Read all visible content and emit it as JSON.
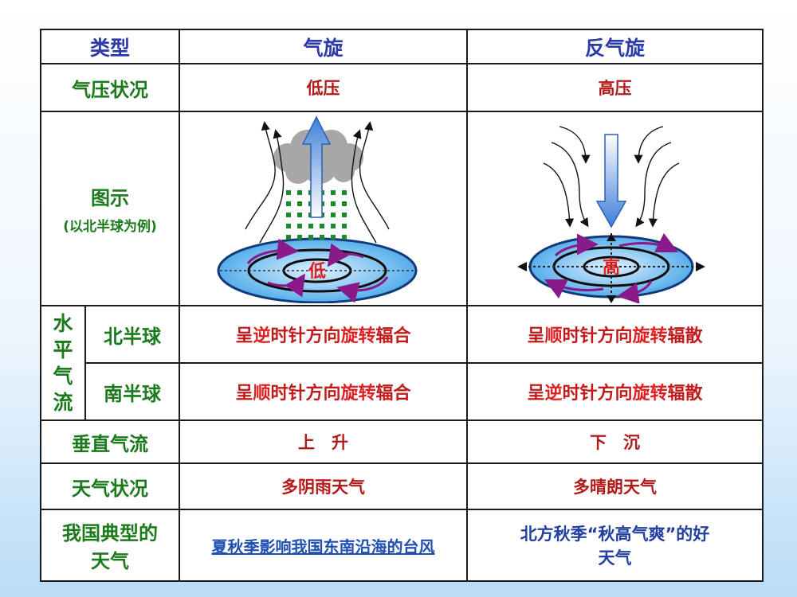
{
  "header": {
    "type": "类型",
    "cyclone": "气旋",
    "anticyclone": "反气旋"
  },
  "pressure": {
    "label": "气压状况",
    "cyclone": "低压",
    "anticyclone": "高压"
  },
  "diagram": {
    "label": "图示",
    "note": "(以北半球为例)",
    "cyclone_center": "低",
    "anticyclone_center": "高"
  },
  "horizontal": {
    "label_chars": [
      "水",
      "平",
      "气",
      "流"
    ],
    "north": {
      "label": "北半球",
      "cyclone": {
        "prefix": "呈",
        "dir": "逆",
        "mid": "时针方向",
        "rot": "旋转",
        "end": "辐合"
      },
      "anticyclone": {
        "prefix": "呈",
        "dir": "顺",
        "mid": "时针方向",
        "rot": "旋转",
        "end": "辐散"
      }
    },
    "south": {
      "label": "南半球",
      "cyclone": {
        "prefix": "呈",
        "dir": "顺",
        "mid": "时针方向",
        "rot": "旋转",
        "end": "辐合"
      },
      "anticyclone": {
        "prefix": "呈",
        "dir": "逆",
        "mid": "时针方向",
        "rot": "旋转",
        "end": "辐散"
      }
    }
  },
  "vertical": {
    "label": "垂直气流",
    "cyclone": "上　升",
    "anticyclone": "下　沉"
  },
  "weather": {
    "label": "天气状况",
    "cyclone": "多阴雨天气",
    "anticyclone": "多晴朗天气"
  },
  "typical": {
    "label_line1": "我国典型的",
    "label_line2": "天气",
    "cyclone": "夏秋季影响我国东南沿海的台风",
    "anticyclone_line1": "北方秋季“秋高气爽”的好",
    "anticyclone_line2": "天气"
  },
  "colors": {
    "header": "#2b3aa8",
    "label": "#1b7a1b",
    "value": "#b31b1b",
    "accent": "#c01a1a"
  }
}
